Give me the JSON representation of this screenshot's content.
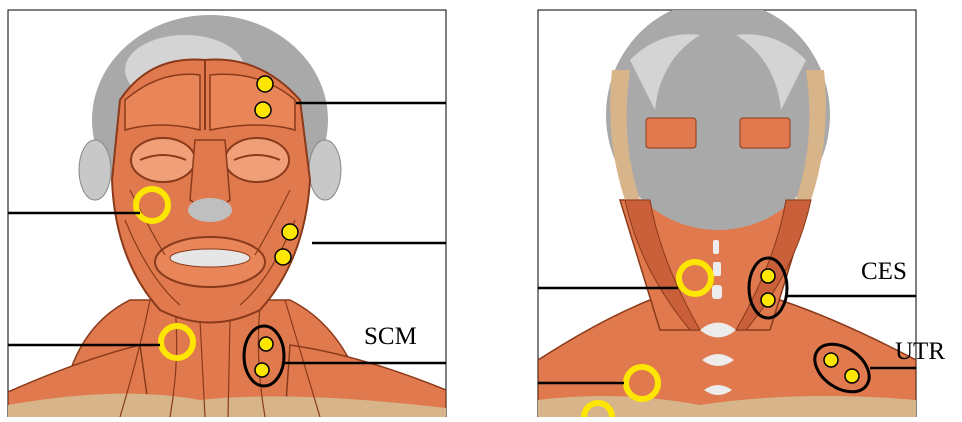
{
  "labels": {
    "scm": "SCM",
    "ces": "CES",
    "utr": "UTR"
  },
  "colors": {
    "muscle": "#e07a4e",
    "muscle_dark": "#b85530",
    "muscle_light": "#f0a078",
    "head_gray": "#a9a9a9",
    "head_light": "#d4d4d4",
    "skin_tan": "#d8b48a",
    "marker_yellow": "#ffe600",
    "outline": "#000000"
  },
  "icons": {
    "marker": "electrode-dot",
    "ring": "motor-point-ring"
  }
}
